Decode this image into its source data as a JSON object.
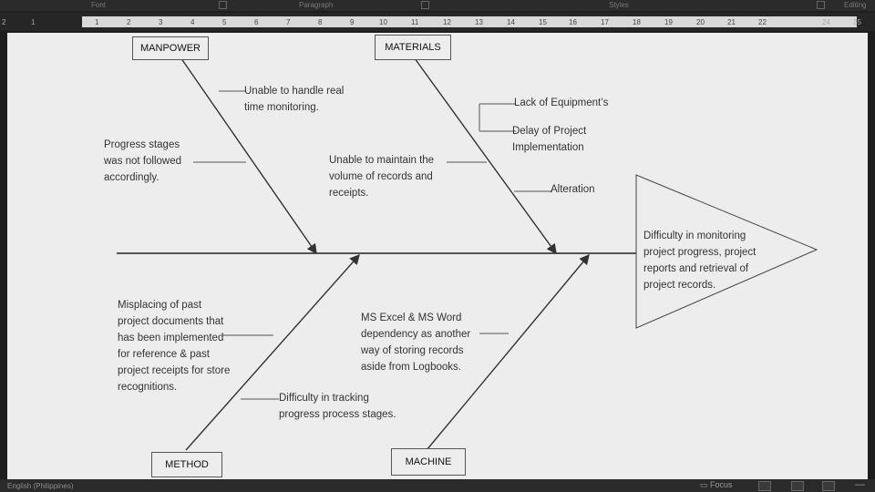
{
  "ribbon": {
    "groups": [
      "Font",
      "Paragraph",
      "Styles",
      "Editing"
    ]
  },
  "ruler": {
    "marks": [
      "2",
      "1",
      "1",
      "2",
      "3",
      "4",
      "5",
      "6",
      "7",
      "8",
      "9",
      "10",
      "11",
      "12",
      "13",
      "14",
      "15",
      "16",
      "17",
      "18",
      "19",
      "20",
      "21",
      "22",
      "24",
      "25"
    ]
  },
  "diagram": {
    "categories": {
      "manpower": "MANPOWER",
      "materials": "MATERIALS",
      "method": "METHOD",
      "machine": "MACHINE"
    },
    "effect": "Difficulty in monitoring\nproject progress, project\nreports and retrieval of\nproject records.",
    "causes": {
      "manpower_1": "Unable to handle real\ntime monitoring.",
      "manpower_2": "Progress stages\nwas not followed\naccordingly.",
      "materials_1": "Lack of Equipment’s",
      "materials_2": "Delay of Project\nImplementation",
      "materials_3": "Unable to maintain the\nvolume of records and\nreceipts.",
      "materials_4": "Alteration",
      "method_1": "Misplacing of past\nproject documents that\nhas been implemented\nfor reference & past\nproject receipts for store\nrecognitions.",
      "method_2": "Difficulty in tracking\nprogress process stages.",
      "machine_1": "MS Excel & MS Word\ndependency as another\nway of storing records\naside from Logbooks."
    }
  },
  "statusbar": {
    "language": "English (Philippines)",
    "focus": "Focus"
  }
}
